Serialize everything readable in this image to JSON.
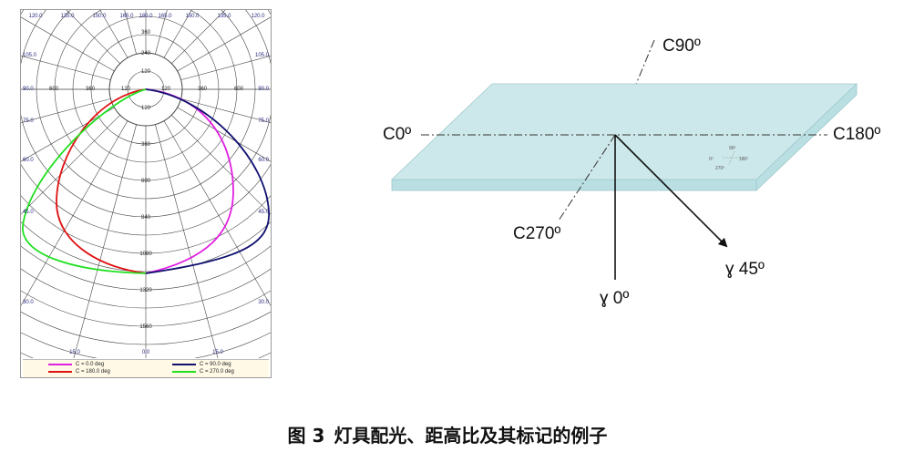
{
  "polar_chart": {
    "top_angle_labels": [
      "120.0",
      "135.0",
      "150.0",
      "165.0",
      "180.0",
      "165.0",
      "150.0",
      "135.0",
      "120.0"
    ],
    "side_left_labels": [
      "105.0",
      "90.0",
      "75.0",
      "60.0",
      "45.0",
      "30.0"
    ],
    "side_right_labels": [
      "105.0",
      "90.0",
      "75.0",
      "60.0",
      "45.0",
      "30.0"
    ],
    "bottom_angle_labels": [
      "15.0",
      "0.0",
      "15.0"
    ],
    "upper_ring_labels": [
      "360",
      "240",
      "120"
    ],
    "horizontal_labels": [
      "600",
      "360",
      "120",
      "120",
      "360",
      "600"
    ],
    "lower_ring_labels": [
      "120",
      "360",
      "600",
      "840",
      "1080",
      "1320",
      "1560"
    ],
    "legend": [
      {
        "label": "C = 0.0 deg",
        "color": "#e020e0"
      },
      {
        "label": "C = 90.0 deg",
        "color": "#101070"
      },
      {
        "label": "C = 180.0 deg",
        "color": "#e01010"
      },
      {
        "label": "C = 270.0 deg",
        "color": "#20e020"
      }
    ]
  },
  "diagram": {
    "label_c0": "C0º",
    "label_c90": "C90º",
    "label_c180": "C180º",
    "label_c270": "C270º",
    "label_gamma0": "ɣ 0º",
    "label_gamma45": "ɣ 45º",
    "mini_90": "90º",
    "mini_0": "0º",
    "mini_180": "180º",
    "mini_270": "270º",
    "plate_color": "#cde8ea",
    "plate_edge_color": "#b9dfe2"
  },
  "caption": {
    "figure_number": "图 3",
    "title": "灯具配光、距高比及其标记的例子"
  }
}
